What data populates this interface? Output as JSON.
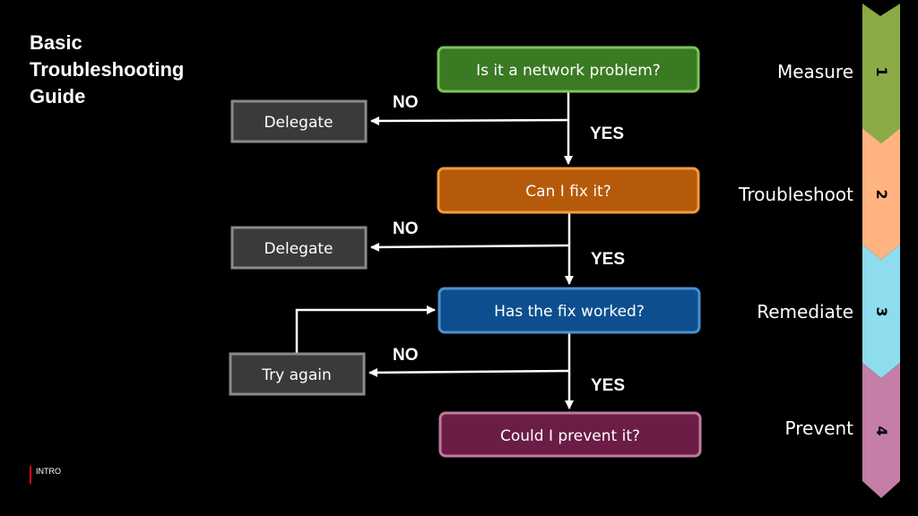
{
  "title_lines": [
    "Basic",
    "Troubleshooting",
    "Guide"
  ],
  "footer": "INTRO",
  "flow_boxes": [
    {
      "text": "Is it a network problem?",
      "fill": "#3a7a22",
      "stroke": "#7fc25a"
    },
    {
      "text": "Can I fix it?",
      "fill": "#b55a0a",
      "stroke": "#f29a3c"
    },
    {
      "text": "Has the fix worked?",
      "fill": "#0d4f8e",
      "stroke": "#4c8fd1"
    },
    {
      "text": "Could I prevent it?",
      "fill": "#6b1d45",
      "stroke": "#c27aa0"
    }
  ],
  "side_boxes": [
    {
      "text": "Delegate"
    },
    {
      "text": "Delegate"
    },
    {
      "text": "Try again"
    }
  ],
  "edge_labels": {
    "no": "NO",
    "yes": "YES"
  },
  "stages": [
    {
      "num": "1",
      "label": "Measure",
      "color": "#8aab46"
    },
    {
      "num": "2",
      "label": "Troubleshoot",
      "color": "#ffb380"
    },
    {
      "num": "3",
      "label": "Remediate",
      "color": "#8fdcef"
    },
    {
      "num": "4",
      "label": "Prevent",
      "color": "#c57ea6"
    }
  ],
  "colors": {
    "side_box_fill": "#3a3a3a",
    "side_box_stroke": "#8a8a8a",
    "arrow": "#ffffff",
    "background": "#000000"
  }
}
